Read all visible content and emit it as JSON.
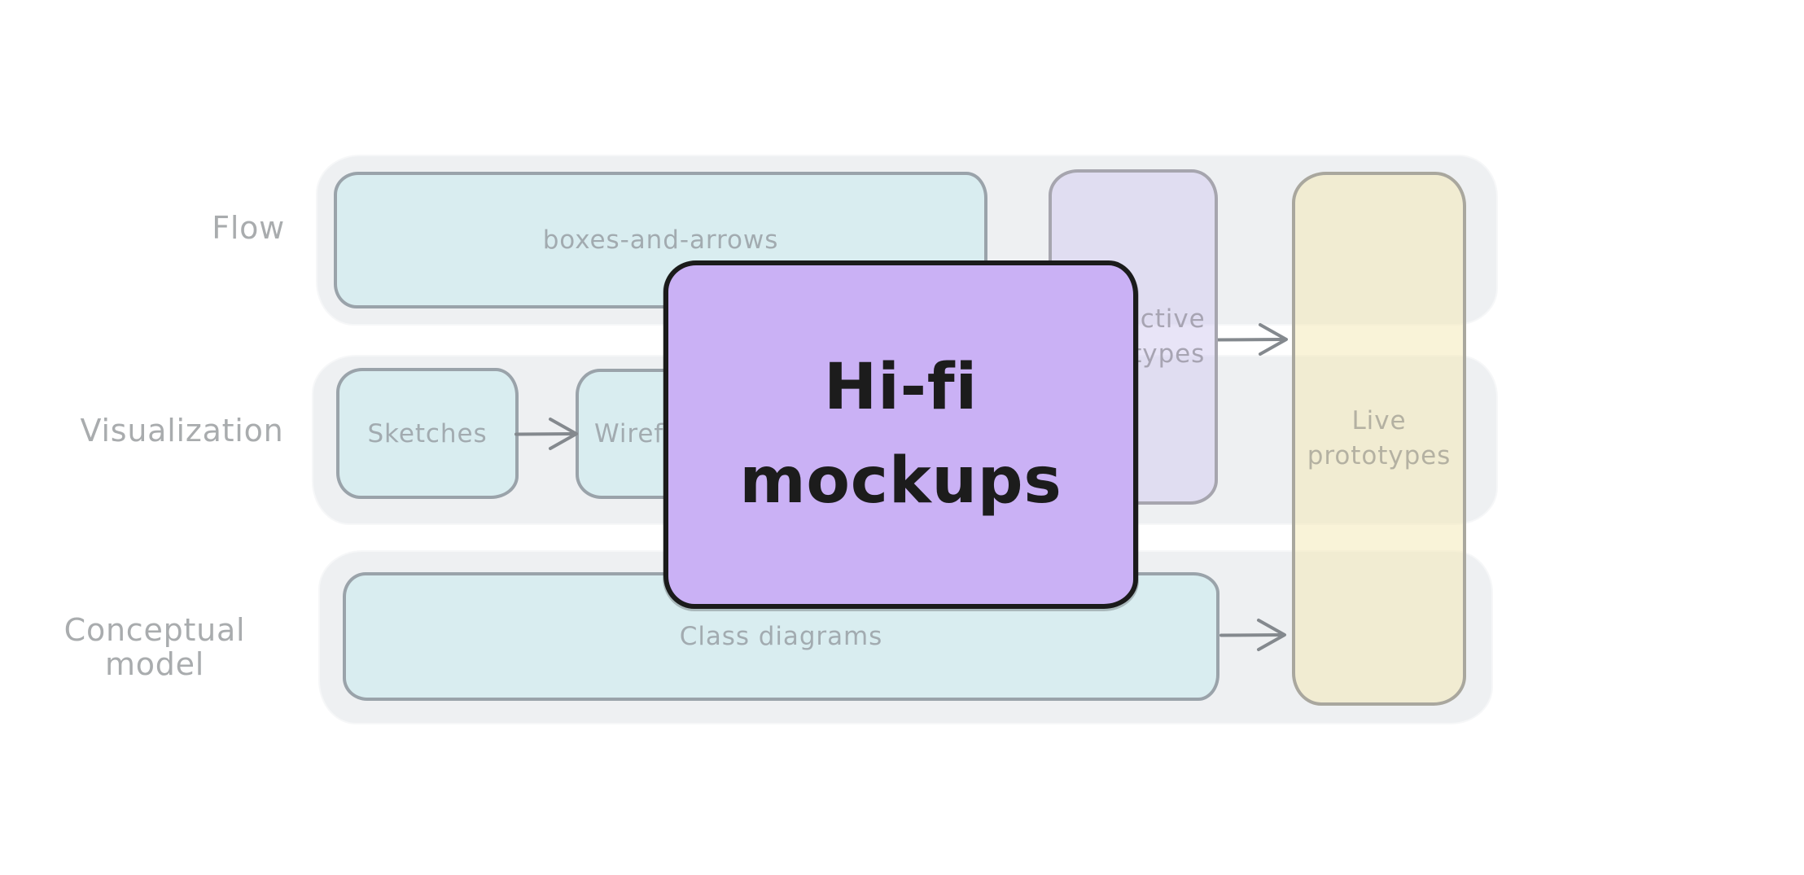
{
  "diagram": {
    "style": "hand-drawn whiteboard (excalidraw-like)",
    "background": "#ffffff"
  },
  "rows": {
    "flow": {
      "label": "Flow"
    },
    "visualization": {
      "label": "Visualization"
    },
    "conceptual_model": {
      "label": "Conceptual model"
    }
  },
  "nodes": {
    "boxes_and_arrows": {
      "label": "boxes-and-arrows",
      "row": "flow",
      "color": "#d9edf0"
    },
    "sketches": {
      "label": "Sketches",
      "row": "visualization",
      "color": "#d9edf0"
    },
    "wireframes": {
      "label": "Wireframes",
      "row": "visualization",
      "color": "#d9edf0",
      "partially_occluded": true,
      "visible_text": "Wiref"
    },
    "class_diagrams": {
      "label": "Class diagrams",
      "row": "conceptual_model",
      "color": "#d9edf0"
    },
    "interactive_prototypes": {
      "label": "Interactive prototypes",
      "color": "rgba(209,201,240,0.5)",
      "partially_occluded": true,
      "visible_text": "ctive / ypes"
    },
    "live_prototypes": {
      "label": "Live prototypes",
      "color": "rgba(243,232,177,0.5)"
    },
    "hi_fi_mockups": {
      "label": "Hi-fi mockups",
      "color": "#cab1f5",
      "foreground": true
    }
  },
  "arrows": [
    {
      "from": "sketches",
      "to": "wireframes"
    },
    {
      "from": "interactive_prototypes",
      "to": "live_prototypes"
    },
    {
      "from": "class_diagrams",
      "to": "live_prototypes"
    }
  ],
  "colors": {
    "row_container": "#eef0f2",
    "row_label_text": "#a9acae",
    "teal_fill": "#d9edf0",
    "teal_border": "#9aa3aa",
    "teal_text": "#a2abb0",
    "lavender_border": "#a6a5ae",
    "yellow_border": "#a9a79e",
    "purple_fill": "#cab1f5",
    "purple_border": "#1b1b1b",
    "arrow_stroke": "#84898e"
  }
}
